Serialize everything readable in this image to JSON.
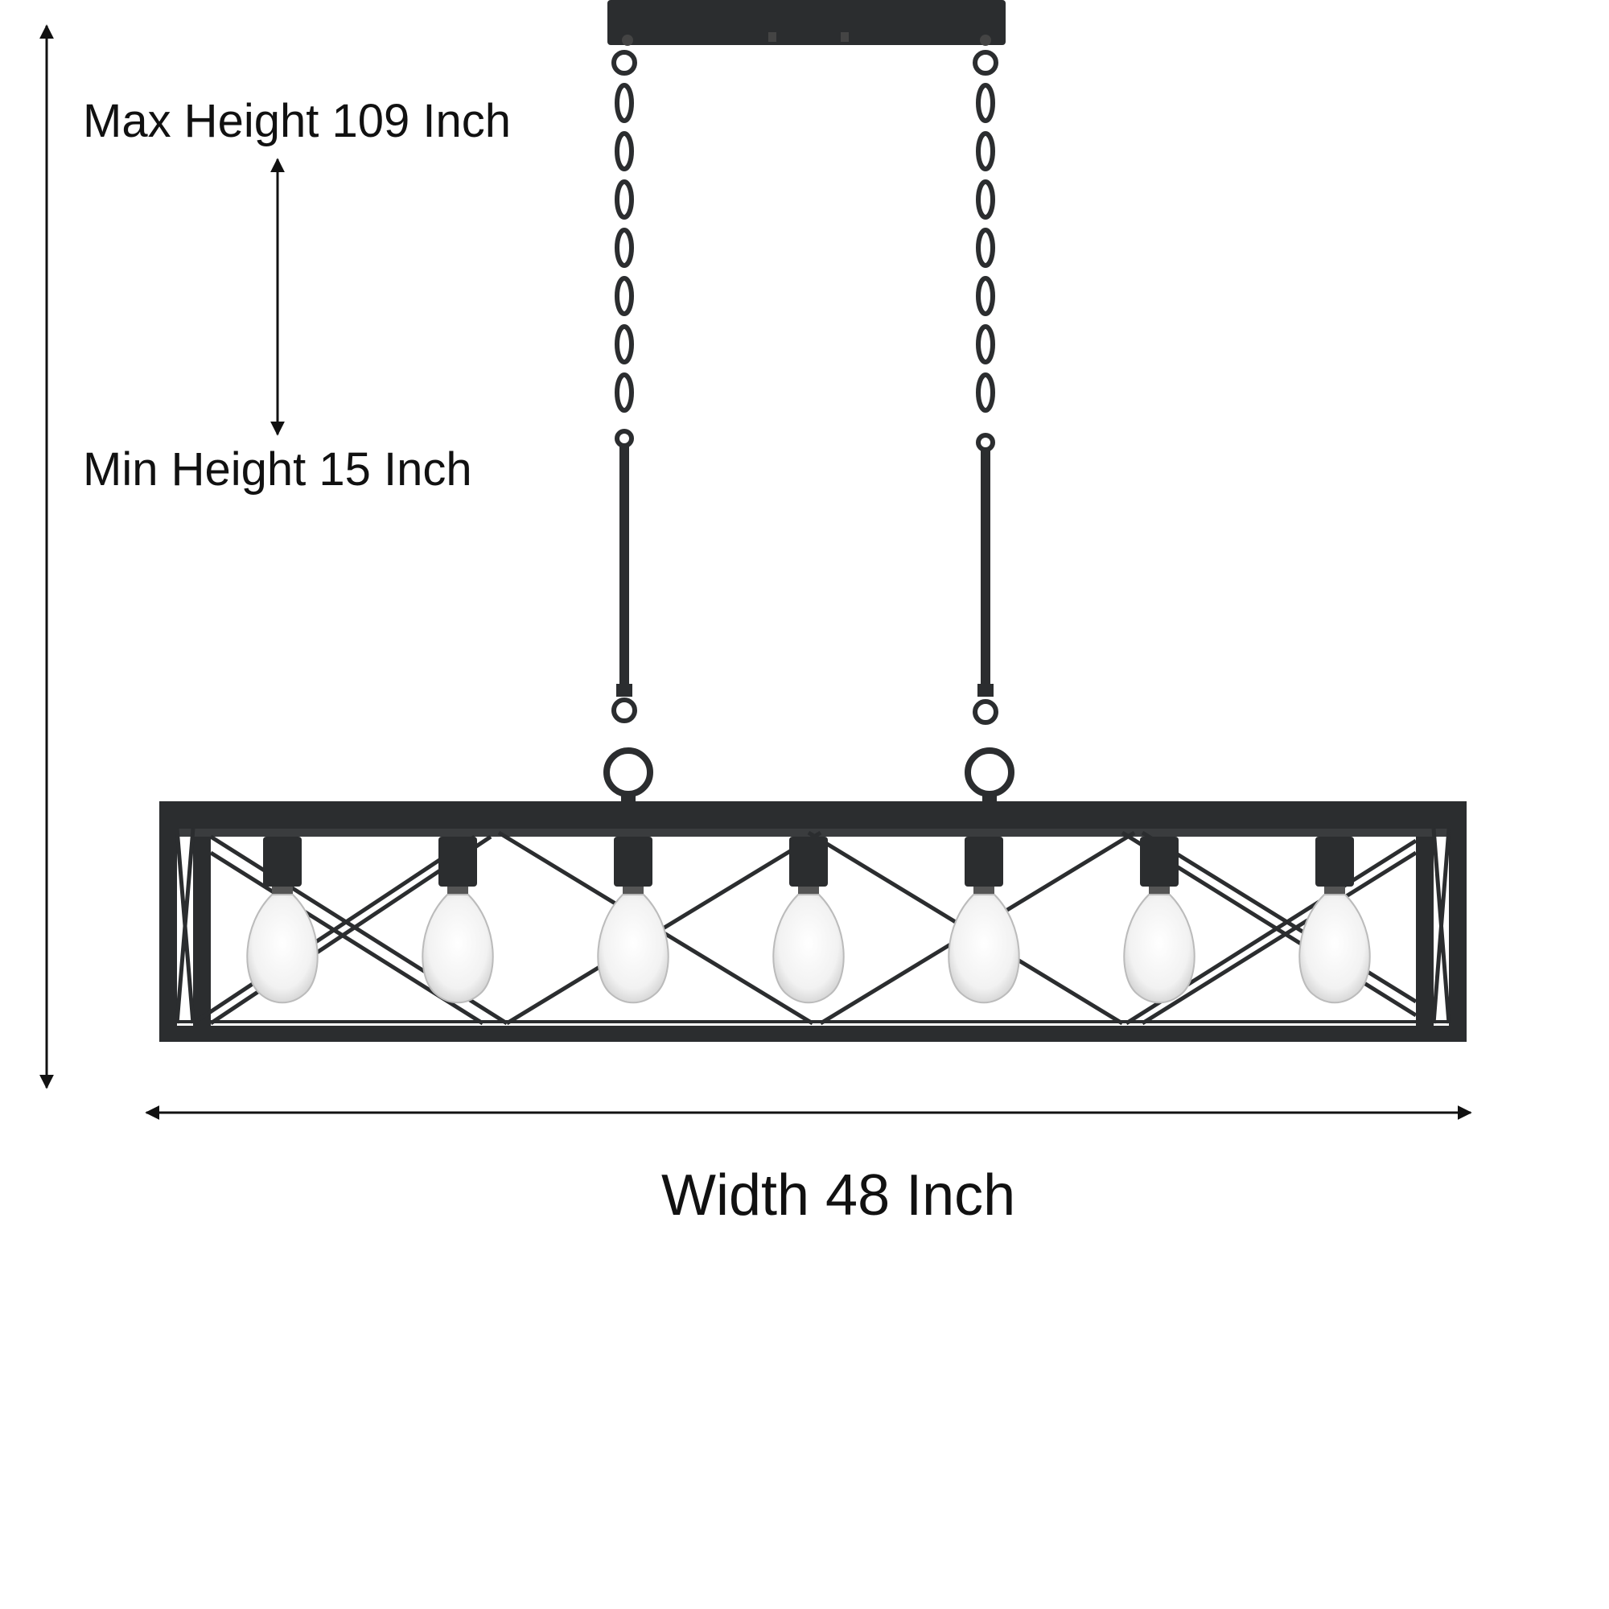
{
  "dimensions": {
    "max_height_label": "Max Height 109 Inch",
    "min_height_label": "Min Height 15 Inch",
    "width_label": "Width 48 Inch"
  },
  "fixture": {
    "bulb_count": 7,
    "frame_color": "#2b2d2f",
    "bulb_glass_color": "#eeeeee",
    "arrow_color": "#111111"
  }
}
